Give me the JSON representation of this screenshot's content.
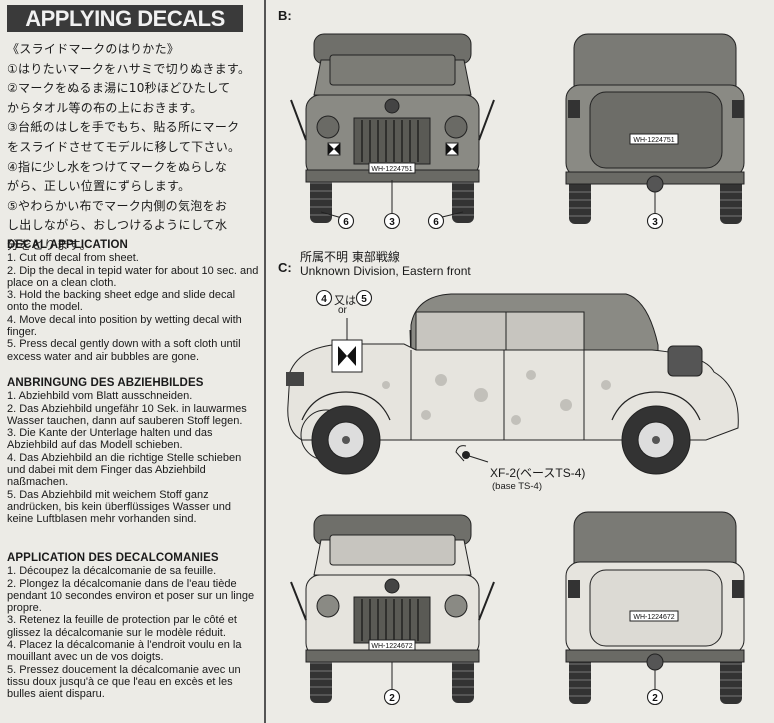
{
  "left": {
    "banner": "APPLYING DECALS",
    "jp_lines": [
      "《スライドマークのはりかた》",
      "①はりたいマークをハサミで切りぬきます。",
      "②マークをぬるま湯に10秒ほどひたして",
      "からタオル等の布の上におきます。",
      "③台紙のはしを手でもち、貼る所にマーク",
      "をスライドさせてモデルに移して下さい。",
      "④指に少し水をつけてマークをぬらしな",
      "がら、正しい位置にずらします。",
      "⑤やわらかい布でマーク内側の気泡をお",
      "し出しながら、おしつけるようにして水",
      "分をとります。"
    ],
    "en": {
      "title": "DECAL APPLICATION",
      "text": "1. Cut off decal from sheet.\n2. Dip the decal in tepid water for about 10 sec. and place on a clean cloth.\n3. Hold the backing sheet edge and slide decal onto the model.\n4. Move decal into position by wetting decal with finger.\n5. Press decal gently down with a soft cloth until excess water and air bubbles are gone."
    },
    "de": {
      "title": "ANBRINGUNG DES ABZIEHBILDES",
      "text": "1. Abziehbild vom Blatt ausschneiden.\n2. Das Abziehbild ungefähr 10 Sek. in lauwarmes Wasser tauchen, dann auf sauberen Stoff legen.\n3. Die Kante der Unterlage halten und das Abziehbild auf das Modell schieben.\n4. Das Abziehbild an die richtige Stelle schieben und dabei mit dem Finger das Abziehbild naßmachen.\n5. Das Abziehbild mit weichem Stoff ganz andrücken, bis kein überflüssiges Wasser und keine Luftblasen mehr vorhanden sind."
    },
    "fr": {
      "title": "APPLICATION DES DECALCOMANIES",
      "text": "1. Découpez la décalcomanie de sa feuille.\n2. Plongez la décalcomanie dans de l'eau tiède pendant 10 secondes environ et poser sur un linge propre.\n3. Retenez la feuille de protection par le côté et glissez la décalcomanie sur le modèle réduit.\n4. Placez la décalcomanie à l'endroit voulu en la mouillant avec un de vos doigts.\n5. Pressez doucement la décalcomanie avec un tissu doux jusqu'à ce que l'eau en excès et les bulles aient disparu."
    }
  },
  "right": {
    "label_b": "B:",
    "label_c": "C:",
    "caption_c_jp": "所属不明  東部戦線",
    "caption_c_en": "Unknown Division, Eastern front",
    "or_jp": "又は",
    "or_en": "or",
    "paint_code": "XF-2(ベースTS-4)",
    "paint_base": "(base TS-4)",
    "plates": {
      "b_front": "WH-1224751",
      "b_rear": "WH-1224751",
      "c_front": "WH-1224672",
      "c_rear": "WH-1224672"
    },
    "callouts": {
      "b_front_left": "6",
      "b_front_mid": "3",
      "b_front_right": "6",
      "b_rear": "3",
      "c_side_a": "4",
      "c_side_b": "5",
      "c_front": "2",
      "c_rear": "2"
    },
    "colors": {
      "b_body": "#8a8a84",
      "c_body": "#e6e4de",
      "line": "#222222"
    }
  }
}
